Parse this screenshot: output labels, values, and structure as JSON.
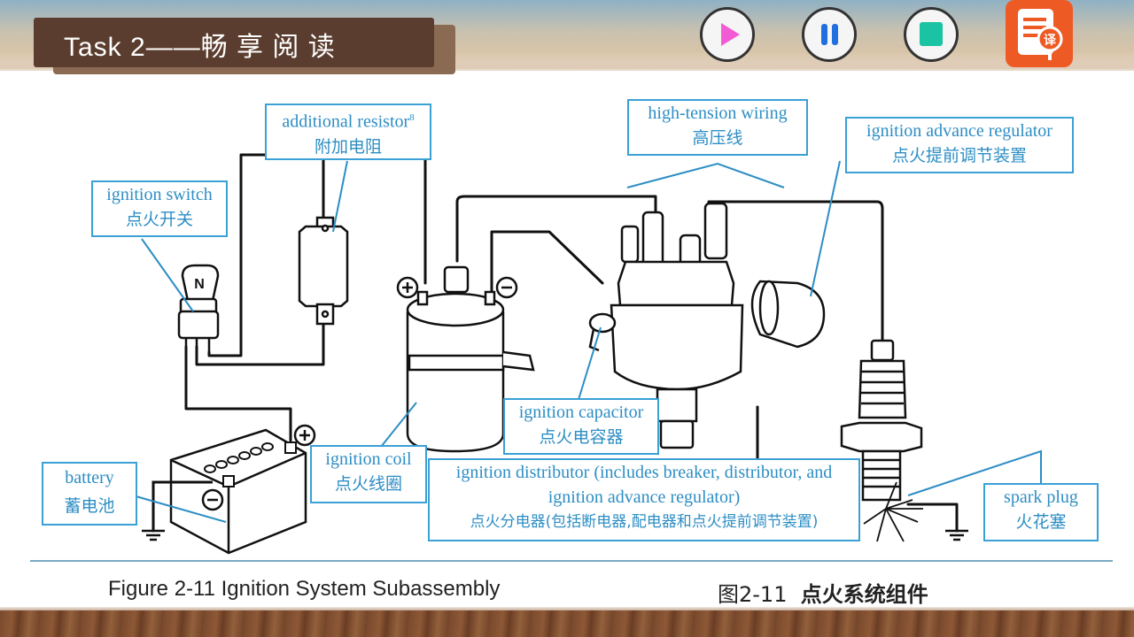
{
  "header": {
    "title": "Task 2——畅 享 阅 读"
  },
  "controls": {
    "play": "play-icon",
    "pause": "pause-icon",
    "stop": "stop-icon",
    "translate_badge": "译"
  },
  "diagram": {
    "labels": {
      "additional_resistor_en": "additional resistor",
      "additional_resistor_sup": "8",
      "additional_resistor_cn": "附加电阻",
      "high_tension_en": "high-tension wiring",
      "high_tension_cn": "高压线",
      "advance_regulator_en": "ignition advance regulator",
      "advance_regulator_cn": "点火提前调节装置",
      "ignition_switch_en": "ignition switch",
      "ignition_switch_cn": "点火开关",
      "capacitor_en": "ignition capacitor",
      "capacitor_cn": "点火电容器",
      "battery_en": "battery",
      "battery_cn": "蓄电池",
      "coil_en": "ignition coil",
      "coil_cn": "点火线圈",
      "distributor_en_1": "ignition distributor (includes breaker, distributor, and",
      "distributor_en_2": "ignition advance regulator)",
      "distributor_cn": "点火分电器(包括断电器,配电器和点火提前调节装置)",
      "spark_plug_en": "spark plug",
      "spark_plug_cn": "火花塞"
    },
    "switch_letter": "N"
  },
  "captions": {
    "english": "Figure 2-11  Ignition System Subassembly",
    "chinese_num": "图2-11",
    "chinese_title": "点火系统组件"
  }
}
